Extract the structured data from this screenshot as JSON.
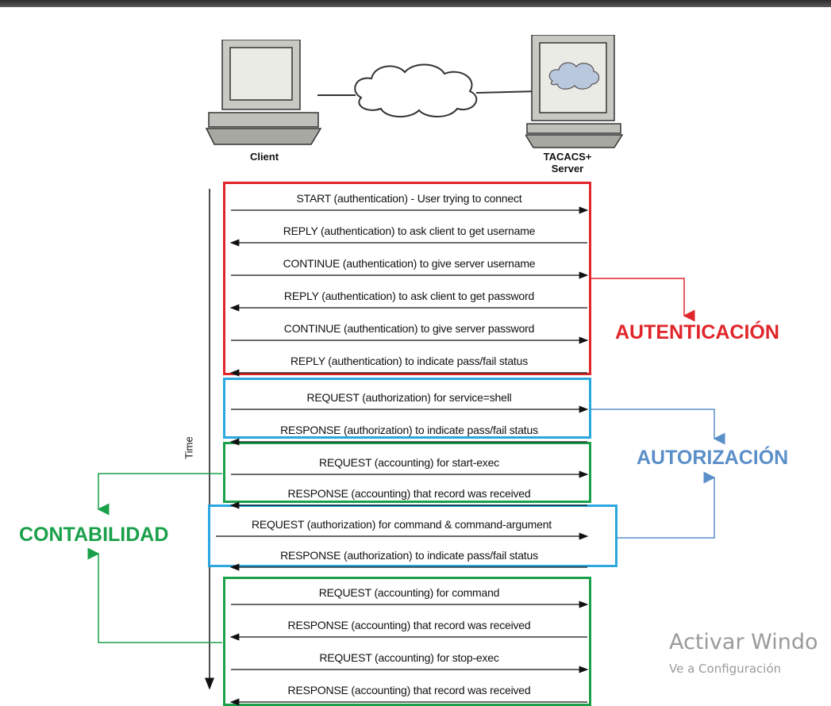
{
  "devices": {
    "client_label": "Client",
    "server_label_line1": "TACACS+",
    "server_label_line2": "Server"
  },
  "time_label": "Time",
  "messages": [
    "START (authentication) - User trying to connect",
    "REPLY (authentication) to ask client to get username",
    "CONTINUE (authentication) to give server username",
    "REPLY (authentication) to ask client to get password",
    "CONTINUE (authentication) to give server password",
    "REPLY (authentication) to indicate pass/fail status",
    "REQUEST (authorization) for service=shell",
    "RESPONSE (authorization) to indicate pass/fail status",
    "REQUEST (accounting) for start-exec",
    "RESPONSE (accounting) that record was received",
    "REQUEST (authorization) for command & command-argument",
    "RESPONSE (authorization) to indicate pass/fail status",
    "REQUEST (accounting) for command",
    "RESPONSE (accounting) that record was received",
    "REQUEST (accounting) for stop-exec",
    "RESPONSE (accounting) that record was received"
  ],
  "categories": {
    "authentication": "AUTENTICACIÓN",
    "authorization": "AUTORIZACIÓN",
    "accounting": "CONTABILIDAD"
  },
  "colors": {
    "authentication": "#e0262b",
    "authorization": "#2aa7df",
    "authorization_label": "#5b8fc9",
    "accounting": "#1aa04a"
  },
  "watermark": {
    "line1": "Activar Windo",
    "line2": "Ve a Configuración"
  }
}
